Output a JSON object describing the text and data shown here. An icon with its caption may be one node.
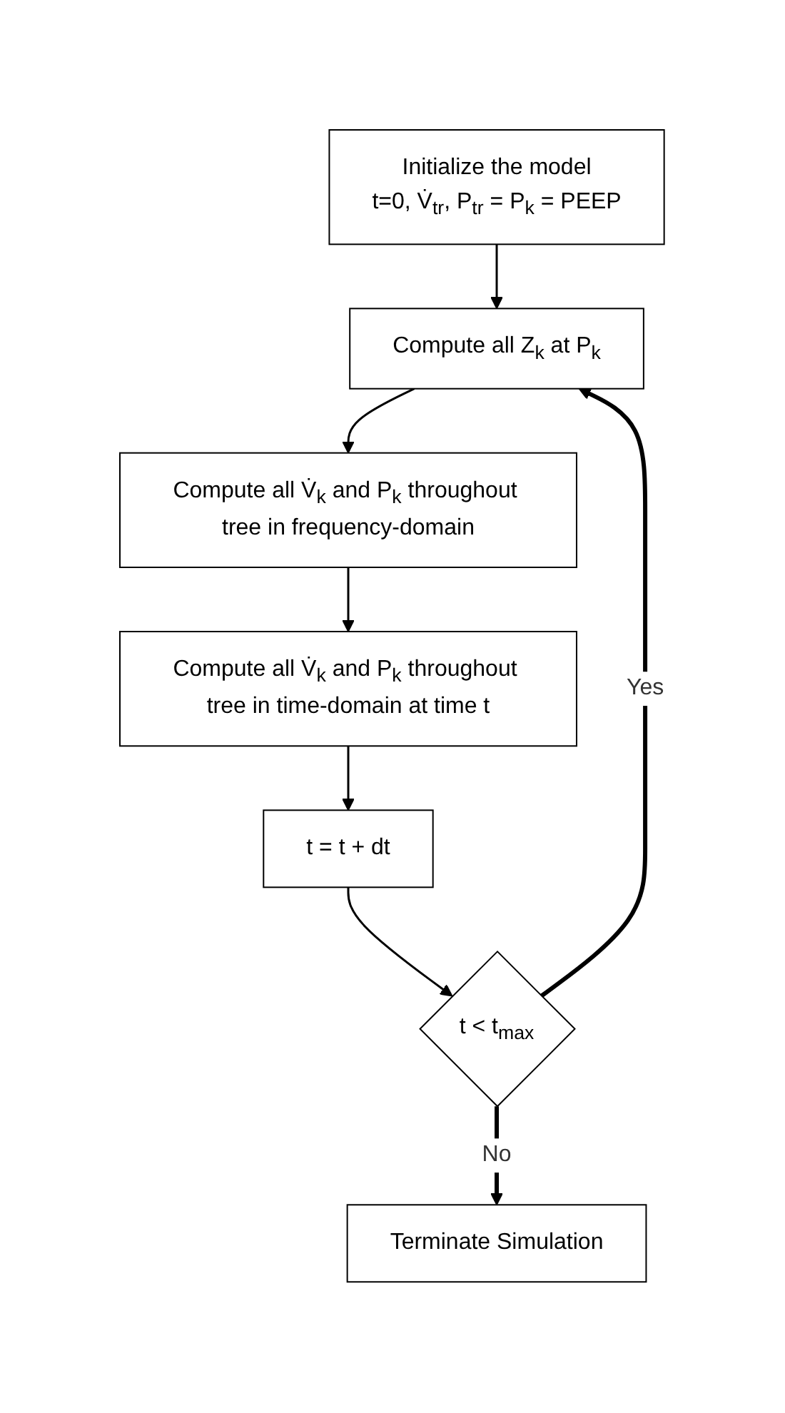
{
  "diagram": {
    "nodes": [
      {
        "text": [
          "Initialize the model",
          "t=0, V̇$_{tr}$, P$_{tr}$ = P$_{k}$ = PEEP"
        ]
      },
      {
        "text": [
          "Compute all Z$_{k}$ at P$_{k}$"
        ]
      },
      {
        "text": [
          "Compute all V̇$_{k}$ and P$_{k}$ throughout tree in frequency-domain"
        ]
      },
      {
        "text": [
          "Compute all V̇$_{k}$ and P$_{k}$ throughout tree in time-domain at time t"
        ]
      },
      {
        "text": [
          "t = t + dt"
        ]
      },
      {
        "text": [
          "t < t$_{max}$"
        ]
      },
      {
        "text": [
          "Terminate Simulation"
        ]
      }
    ],
    "edges": [
      {
        "from": 0,
        "to": 1,
        "arrow": "to"
      },
      {
        "from": 1,
        "to": 2,
        "arrow": "to"
      },
      {
        "from": 2,
        "to": 3,
        "arrow": "to"
      },
      {
        "from": 3,
        "to": 4,
        "arrow": "to"
      },
      {
        "from": 4,
        "to": 5,
        "arrow": "to"
      },
      {
        "from": 5,
        "to": 1,
        "arrow": "to",
        "label": "Yes",
        "style": "thick"
      },
      {
        "from": 5,
        "to": 6,
        "arrow": "to",
        "label": "No",
        "style": "thick"
      }
    ]
  }
}
